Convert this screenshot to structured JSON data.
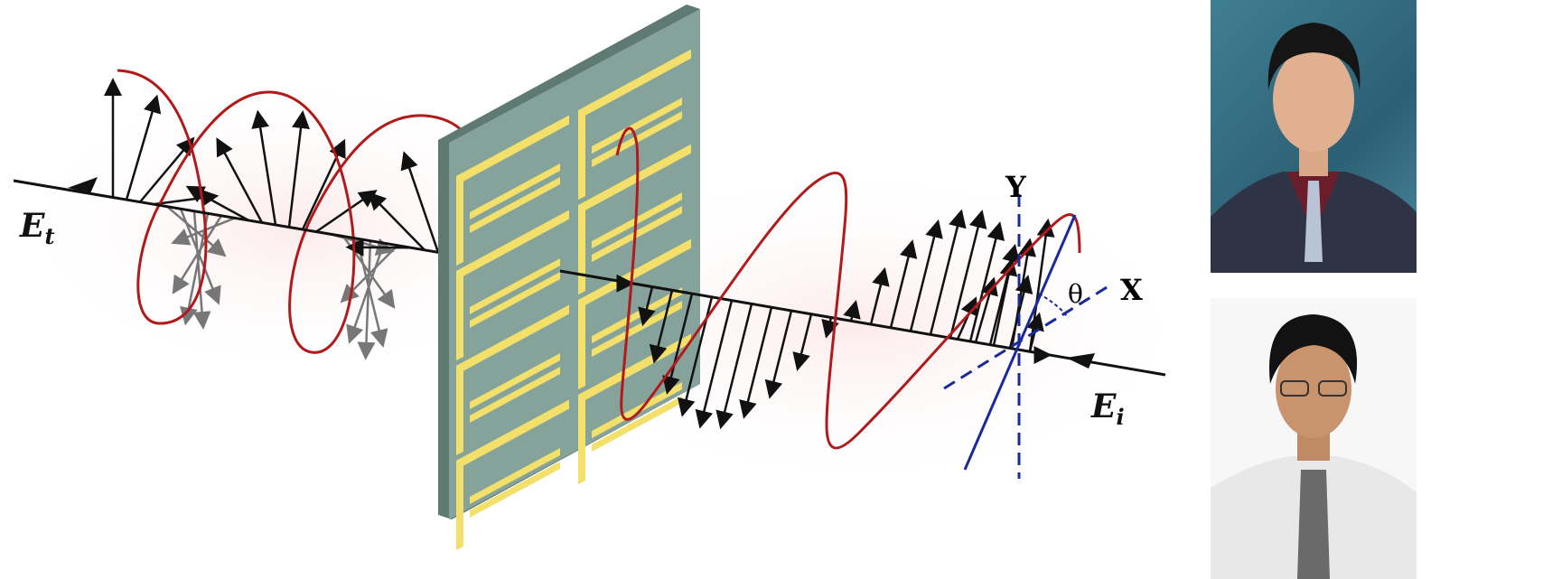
{
  "diagram": {
    "labels": {
      "transmitted_field": "E",
      "transmitted_sub": "t",
      "incident_field": "E",
      "incident_sub": "i",
      "y_axis": "Y",
      "x_axis": "X",
      "angle": "θ"
    },
    "colors": {
      "wave": "#b01a1a",
      "axis_blue": "#1a2a9a",
      "plate": "#7f9a92",
      "pattern": "#f3e06a"
    }
  },
  "photos": [
    {
      "name": "portrait-top"
    },
    {
      "name": "portrait-bottom"
    }
  ]
}
